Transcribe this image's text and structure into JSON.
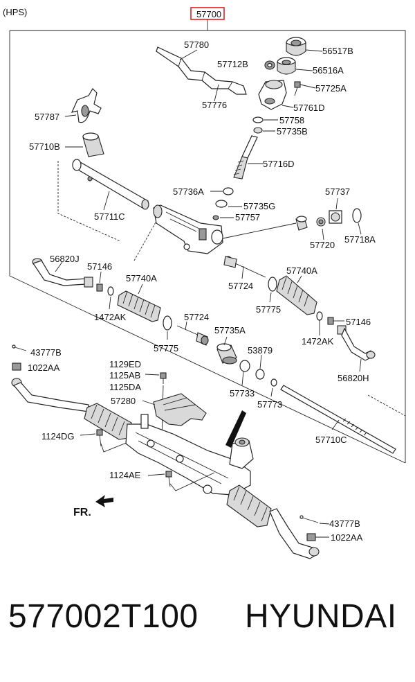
{
  "header": {
    "system_label": "(HPS)",
    "assembly_no": "57700",
    "highlight_color": "#e02020"
  },
  "labels": {
    "l57780": "57780",
    "l57712B": "57712B",
    "l56517B": "56517B",
    "l56516A": "56516A",
    "l57725A": "57725A",
    "l57776": "57776",
    "l57761D": "57761D",
    "l57758": "57758",
    "l57735B": "57735B",
    "l57787": "57787",
    "l57710B": "57710B",
    "l57716D": "57716D",
    "l57736A": "57736A",
    "l57737": "57737",
    "l57735G": "57735G",
    "l57711C": "57711C",
    "l57757": "57757",
    "l57720": "57720",
    "l57718A": "57718A",
    "l56820J": "56820J",
    "l57146L": "57146",
    "l57740AL": "57740A",
    "l57724U": "57724",
    "l57740AR": "57740A",
    "l1472AKL": "1472AK",
    "l57775R": "57775",
    "l57724L": "57724",
    "l57146R": "57146",
    "l57775L": "57775",
    "l57735A": "57735A",
    "l1472AKR": "1472AK",
    "l53879": "53879",
    "l43777BT": "43777B",
    "l1022AAT": "1022AA",
    "l56820H": "56820H",
    "l1129ED": "1129ED",
    "l1125AB": "1125AB",
    "l1125DA": "1125DA",
    "l57733": "57733",
    "l57773": "57773",
    "l57280": "57280",
    "l57710C": "57710C",
    "l1124DG": "1124DG",
    "l1124AE": "1124AE",
    "lFR": "FR.",
    "l43777BB": "43777B",
    "l1022AAB": "1022AA"
  },
  "caption": {
    "part_number": "577002T100",
    "brand": "HYUNDAI"
  }
}
